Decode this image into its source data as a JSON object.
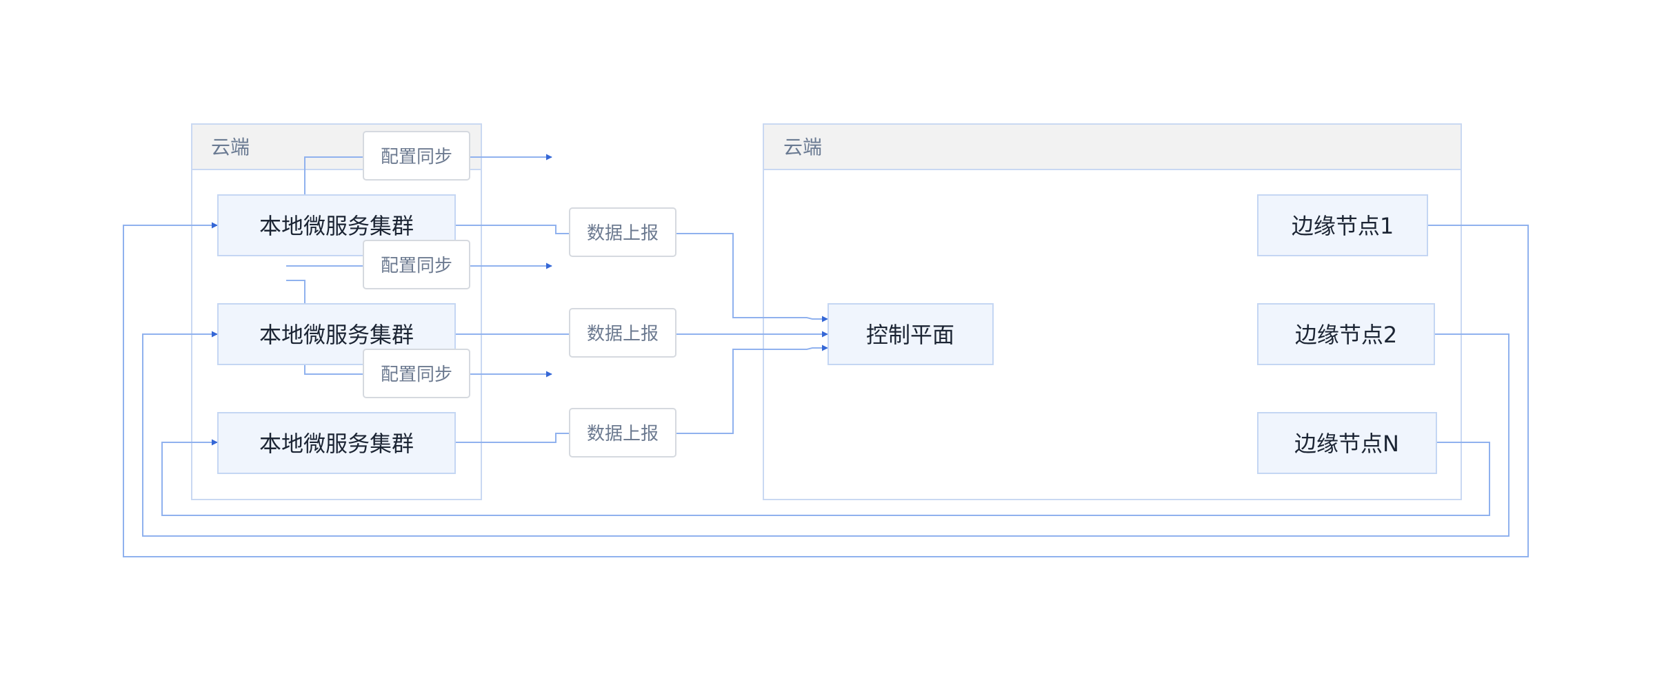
{
  "groups": {
    "left_title": "云端",
    "right_title": "云端"
  },
  "nodes": {
    "cluster_1": "本地微服务集群",
    "cluster_2": "本地微服务集群",
    "cluster_3": "本地微服务集群",
    "control_plane": "控制平面",
    "edge_1": "边缘节点1",
    "edge_2": "边缘节点2",
    "edge_n": "边缘节点N"
  },
  "edge_labels": {
    "config_sync_1": "配置同步",
    "config_sync_2": "配置同步",
    "config_sync_3": "配置同步",
    "data_report_1": "数据上报",
    "data_report_2": "数据上报",
    "data_report_3": "数据上报"
  },
  "colors": {
    "edge": "#8fb1ee",
    "arrow": "#3567d6",
    "node_fill": "#f0f5fd",
    "node_border": "#c4d6f3",
    "group_header": "#f2f2f2"
  }
}
